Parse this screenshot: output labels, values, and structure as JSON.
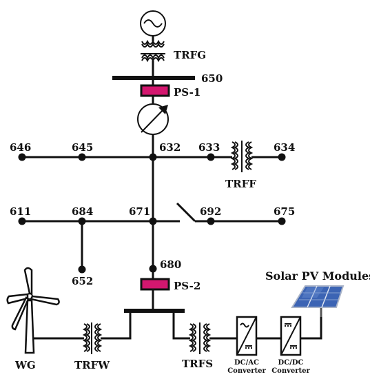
{
  "colors": {
    "line": "#111111",
    "power_supply_fill": "#d4176f",
    "background": "#ffffff",
    "panel_blue": "#3c64b4"
  },
  "labels": {
    "trfg": "TRFG",
    "bus_650": "650",
    "ps1": "PS-1",
    "n646": "646",
    "n645": "645",
    "n632": "632",
    "n633": "633",
    "n634": "634",
    "trff": "TRFF",
    "n611": "611",
    "n684": "684",
    "n671": "671",
    "n692": "692",
    "n675": "675",
    "n652": "652",
    "n680": "680",
    "ps2": "PS-2",
    "solar_title": "Solar PV Modules",
    "wg": "WG",
    "trfw": "TRFW",
    "trfs": "TRFS",
    "dcac_line1": "DC/AC",
    "dcac_line2": "Converter",
    "dcdc_line1": "DC/DC",
    "dcdc_line2": "Converter"
  },
  "icons": {
    "generator": "ac-generator-icon",
    "regulator": "voltage-regulator-icon",
    "wind_turbine": "wind-turbine-icon",
    "solar_panel": "solar-panel-icon",
    "transformer": "transformer-icon",
    "switch": "open-switch-icon"
  }
}
